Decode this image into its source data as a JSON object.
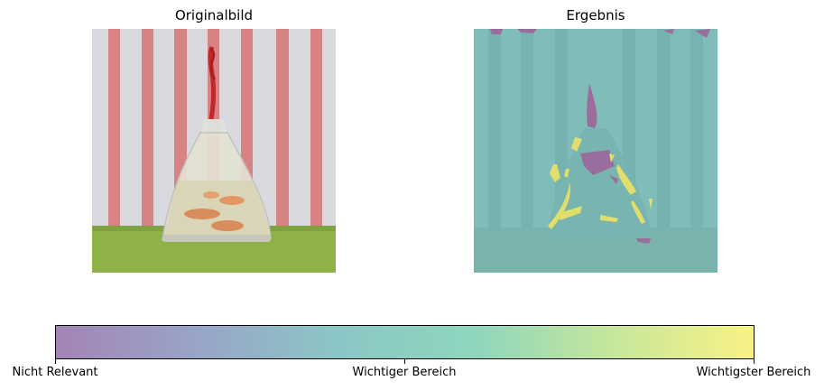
{
  "panels": {
    "left_title": "Originalbild",
    "right_title": "Ergebnis"
  },
  "colorbar": {
    "colors": [
      "#a384b6",
      "#98a5c7",
      "#8bc6c6",
      "#8ed6bd",
      "#c7e79a",
      "#f8f287"
    ],
    "labels": {
      "low": "Nicht Relevant",
      "mid": "Wichtiger Bereich",
      "high": "Wichtigster Bereich"
    }
  },
  "overlay_colors": {
    "base": "#80bdb9",
    "purple": "#9a6e9c",
    "yellow": "#e1de6c"
  }
}
